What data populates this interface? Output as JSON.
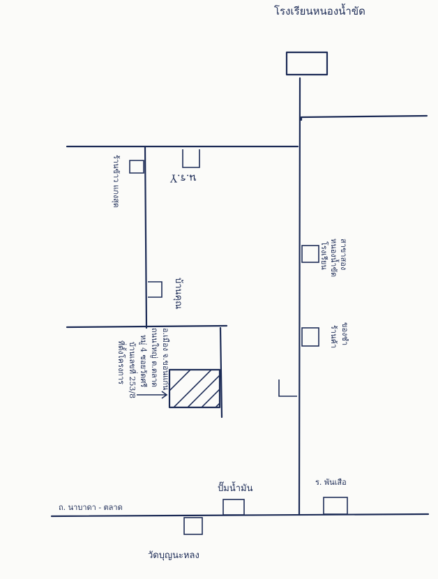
{
  "labels": {
    "school_top": "โรงเรียนหนองน้ำขัด",
    "road_bottom_left": "ถ. นาบาดา - ตลาด",
    "temple_bottom": "วัดบุญนะหลง",
    "gas_station": "ปั๊มน้ำมัน",
    "shop_bottom_right": "ร. พันเสือ",
    "left_top_building": "ร้านข้าว แกงสุด",
    "center_upside": "น.ร.Y",
    "left_mid_building": "บ้านคุณ",
    "target_info": [
      "ที่ตั้งโครงการ",
      "บ้านเลขที่ 253/8",
      "หมู่ 4 ซอยวัดศรี",
      "ถนนใหญ่ ต.ตลาด",
      "อ.เมือง จ.ขอนแก่น"
    ],
    "right_mid_building": [
      "โรงเรียน",
      "หนองน้ำขัด",
      "สาขาสอง"
    ],
    "right_low_building": [
      "ร้านค้า",
      "ของชำ"
    ]
  }
}
